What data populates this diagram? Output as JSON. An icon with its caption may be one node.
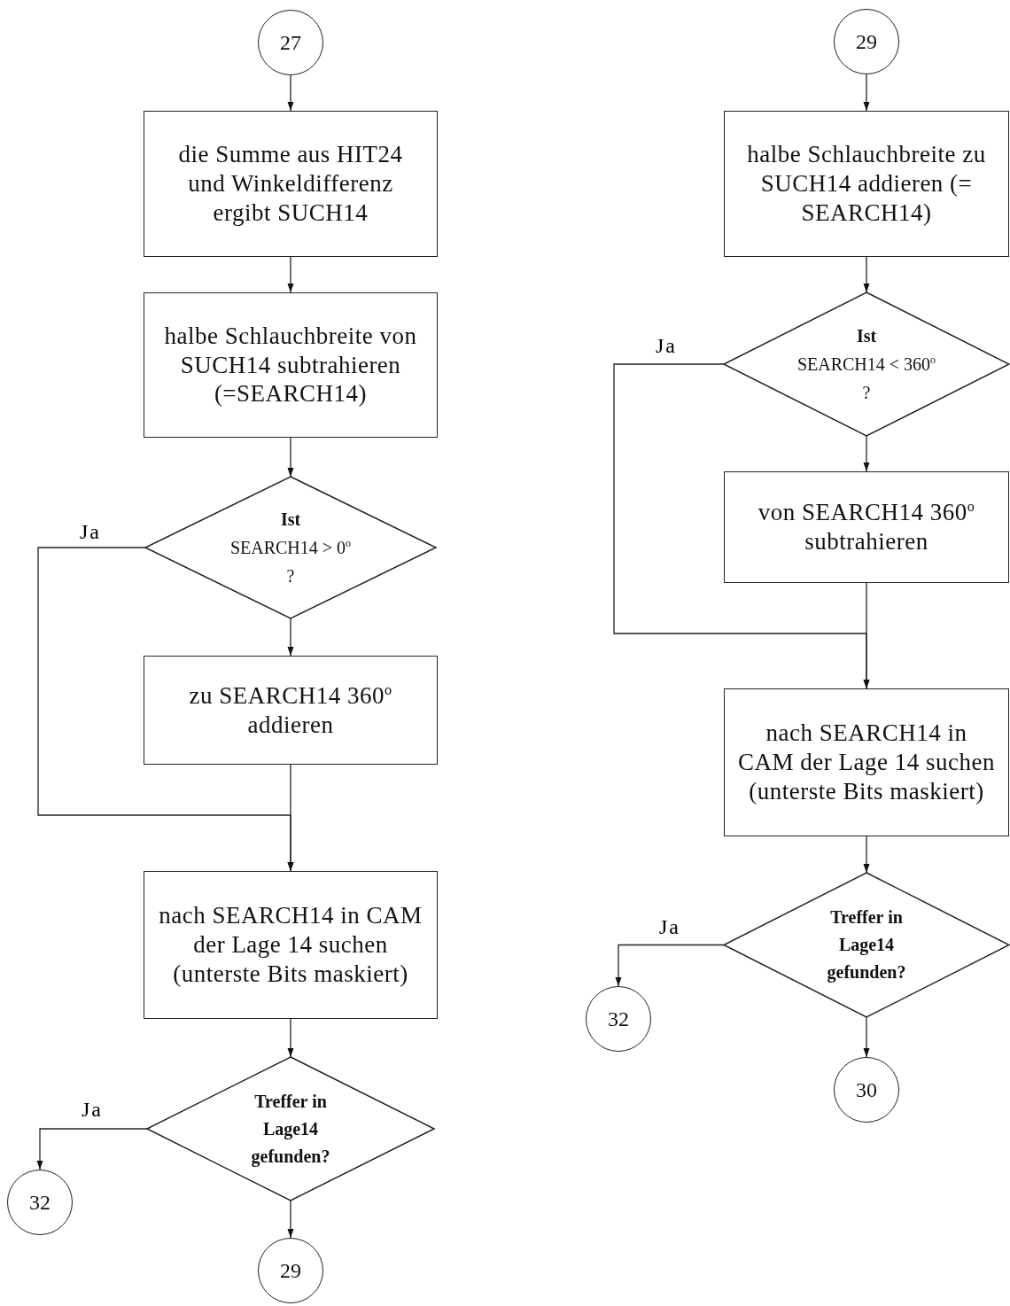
{
  "diagram": {
    "nodes": [
      {
        "text": [
          "27"
        ]
      },
      {
        "text": [
          "die Summe aus HIT24 und Winkeldifferenz ergibt SUCH14"
        ]
      },
      {
        "text": [
          "halbe Schlauchbreite von SUCH14 subtrahieren (=SEARCH14)"
        ]
      },
      {
        "text": [
          "Ist",
          "SEARCH14 > 0$^{o}$",
          "?"
        ]
      },
      {
        "text": [
          "zu SEARCH14 360$^{o}$ addieren"
        ]
      },
      {
        "text": [
          "nach SEARCH14 in CAM der Lage 14 suchen (unterste Bits maskiert)"
        ]
      },
      {
        "text": [
          "Treffer in Lage14 gefunden?"
        ]
      },
      {
        "text": [
          "32"
        ]
      },
      {
        "text": [
          "29"
        ]
      },
      {
        "text": [
          "29"
        ]
      },
      {
        "text": [
          "halbe Schlauchbreite zu SUCH14 addieren (= SEARCH14)"
        ]
      },
      {
        "text": [
          "Ist",
          "SEARCH14 < 360$^{o}$",
          "?"
        ]
      },
      {
        "text": [
          "von SEARCH14 360$^{o}$ subtrahieren"
        ]
      },
      {
        "text": [
          "nach SEARCH14 in CAM der Lage 14 suchen (unterste Bits maskiert)"
        ]
      },
      {
        "text": [
          "Treffer in Lage14 gefunden?"
        ]
      },
      {
        "text": [
          "32"
        ]
      },
      {
        "text": [
          "30"
        ]
      }
    ],
    "edges": [
      {
        "from": 0,
        "to": 1,
        "arrow": "to"
      },
      {
        "from": 1,
        "to": 2,
        "arrow": "to"
      },
      {
        "from": 2,
        "to": 3,
        "arrow": "to"
      },
      {
        "from": 3,
        "to": 4,
        "arrow": "to"
      },
      {
        "from": 4,
        "to": 5,
        "arrow": "to"
      },
      {
        "from": 3,
        "to": 5,
        "arrow": "to",
        "label": "Ja"
      },
      {
        "from": 5,
        "to": 6,
        "arrow": "to"
      },
      {
        "from": 6,
        "to": 7,
        "arrow": "to",
        "label": "Ja"
      },
      {
        "from": 6,
        "to": 8,
        "arrow": "to"
      },
      {
        "from": 9,
        "to": 10,
        "arrow": "to"
      },
      {
        "from": 10,
        "to": 11,
        "arrow": "to"
      },
      {
        "from": 11,
        "to": 12,
        "arrow": "to"
      },
      {
        "from": 12,
        "to": 13,
        "arrow": "to"
      },
      {
        "from": 11,
        "to": 13,
        "arrow": "to",
        "label": "Ja"
      },
      {
        "from": 13,
        "to": 14,
        "arrow": "to"
      },
      {
        "from": 14,
        "to": 15,
        "arrow": "to",
        "label": "Ja"
      },
      {
        "from": 14,
        "to": 16,
        "arrow": "to"
      }
    ]
  }
}
